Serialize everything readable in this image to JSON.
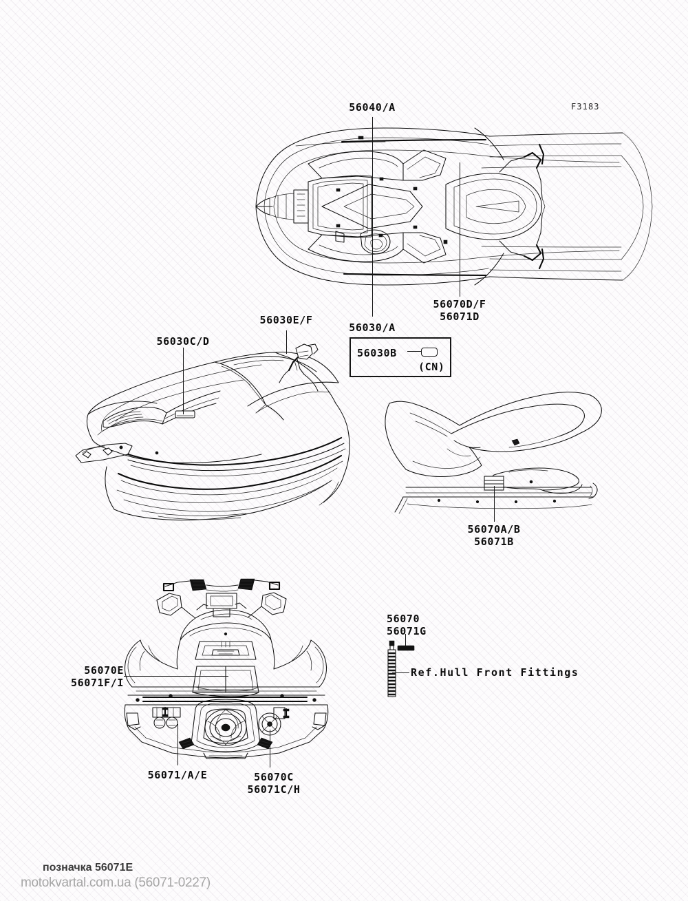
{
  "document": {
    "reference_code": "F3183",
    "type": "parts-diagram",
    "subject": "personal-watercraft-labels"
  },
  "labels": {
    "top_view_main": "56040/A",
    "top_view_side_a": "56030/A",
    "top_view_side_b": "56070D/F",
    "top_view_side_b2": "56071D",
    "front_view_a": "56030C/D",
    "front_view_b": "56030E/F",
    "stern_view_a": "56070A/B",
    "stern_view_a2": "56071B",
    "rear_view_left": "56070E",
    "rear_view_left2": "56071F/I",
    "rear_view_bottom_left": "56071/A/E",
    "rear_view_bottom_right": "56070C",
    "rear_view_bottom_right2": "56071C/H",
    "strut_a": "56070",
    "strut_b": "56071G"
  },
  "callout": {
    "part_number": "56030B",
    "market_code": "(CN)"
  },
  "reference_note": {
    "text": "Ref.Hull Front Fittings"
  },
  "footer": {
    "note": "позначка 56071E",
    "watermark": "motokvartal.com.ua (56071-0227)"
  },
  "colors": {
    "background": "#fdfcfd",
    "line": "#101010",
    "text": "#0d0d0d",
    "watermark_text": "#a6a6a6",
    "footer_note_text": "#3a3a3a"
  }
}
